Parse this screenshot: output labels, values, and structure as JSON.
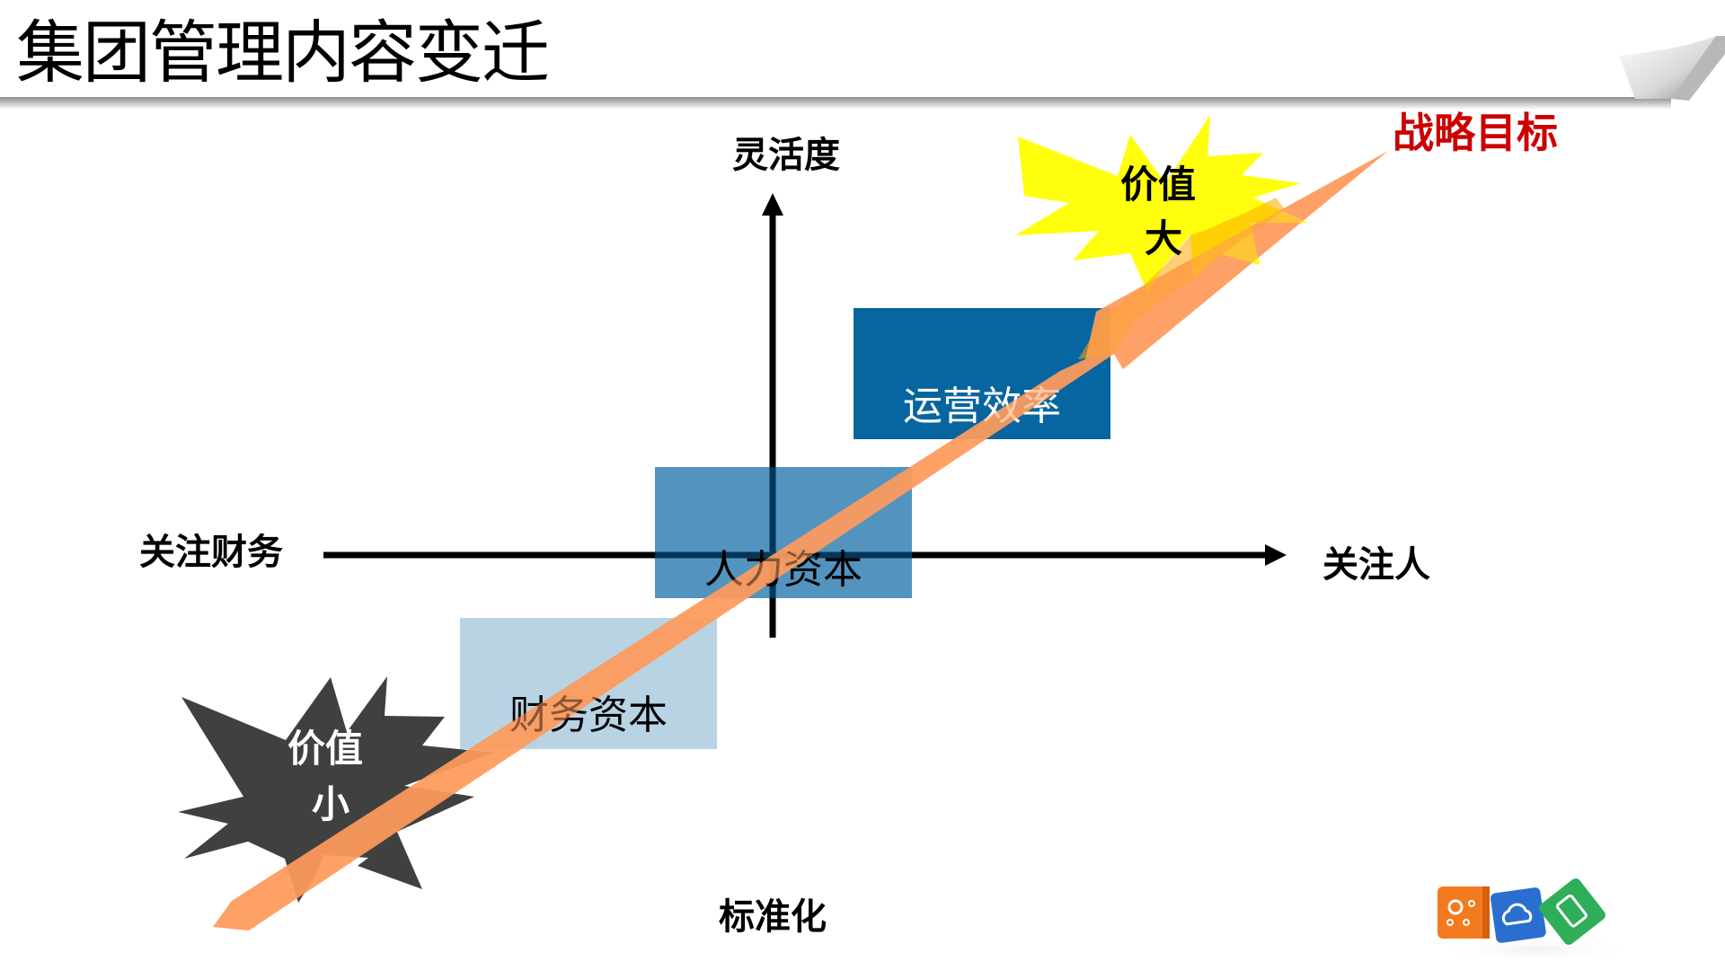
{
  "slide": {
    "title": "集团管理内容变迁"
  },
  "axes": {
    "y_top_label": "灵活度",
    "y_bottom_label": "标准化",
    "x_left_label": "关注财务",
    "x_right_label": "关注人"
  },
  "boxes": [
    {
      "label": "财务资本",
      "color": "#b8d3e4",
      "text_color": "#000000"
    },
    {
      "label": "人力资本",
      "color": "#5294bf",
      "text_color": "#000000"
    },
    {
      "label": "运营效率",
      "color": "#07659f",
      "text_color": "#ffffff"
    }
  ],
  "bursts": {
    "low": {
      "line1": "价值",
      "line2": "小",
      "color": "#404040",
      "text_color": "#ffffff"
    },
    "high": {
      "line1": "价值",
      "line2": "大",
      "color": "#ffff00",
      "text_color": "#000000"
    }
  },
  "arrow": {
    "label": "战略目标",
    "color": "#fe9a5c",
    "label_color": "#cc0000"
  },
  "logo": {
    "icons": [
      "network-icon",
      "cloud-icon",
      "tablet-icon"
    ],
    "colors": [
      "#f47a1f",
      "#2a6fcf",
      "#2fae5a"
    ]
  }
}
